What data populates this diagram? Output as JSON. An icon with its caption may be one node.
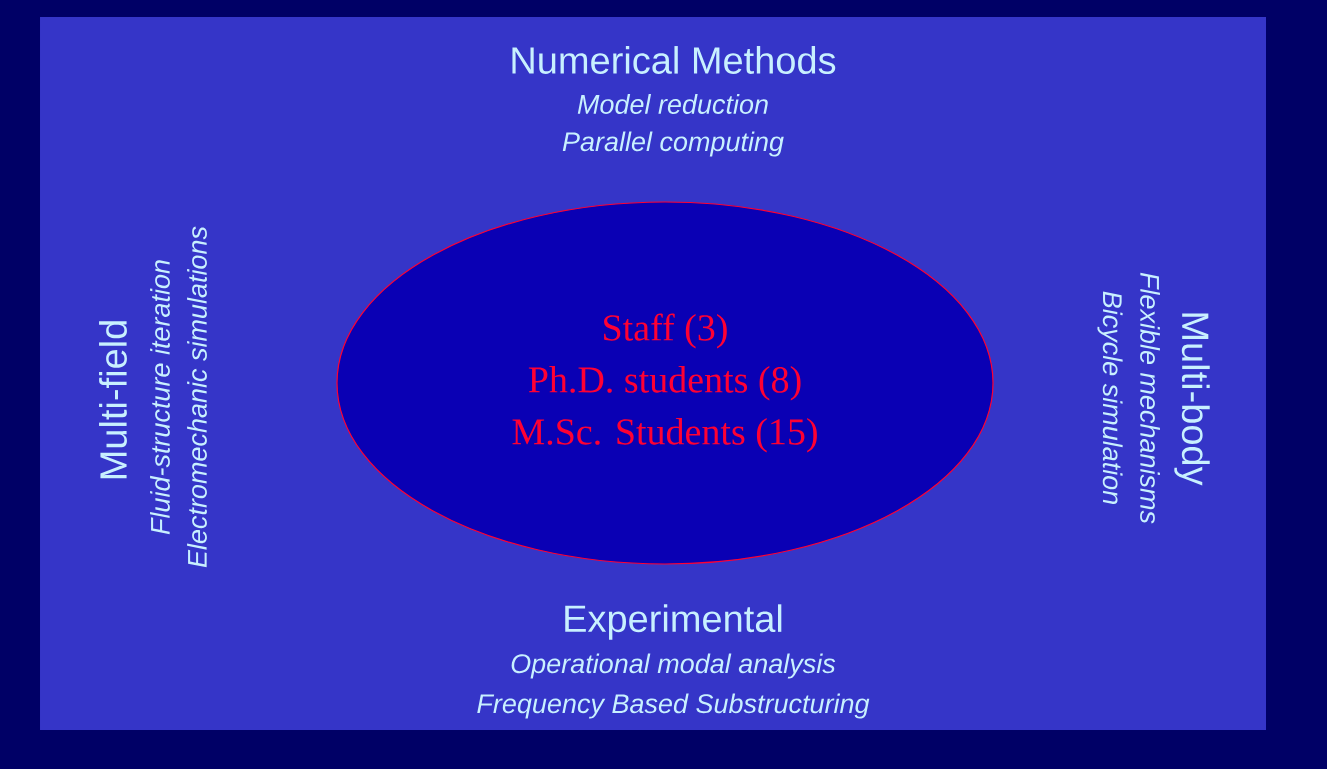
{
  "diagram": {
    "nodes": [
      {
        "text": [
          "Staff (3)",
          "Ph.D. students (8)",
          "M.Sc. Students (15)"
        ]
      }
    ],
    "labels": [
      "Numerical Methods",
      "Model reduction",
      "Parallel computing",
      "Multi-field",
      "Fluid-structure iteration",
      "Electromechanic simulations",
      "Multi-body",
      "Flexible mechanisms",
      "Bicycle simulation",
      "Experimental",
      "Operational modal analysis",
      "Frequency Based Substructuring"
    ]
  }
}
